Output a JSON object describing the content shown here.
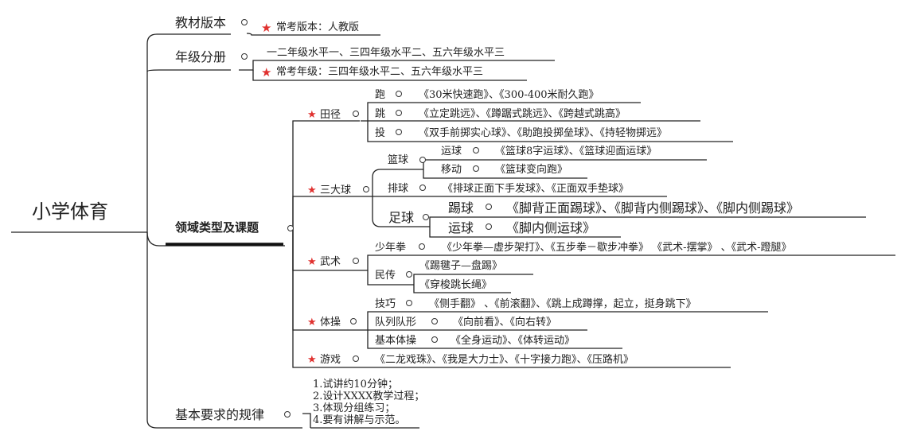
{
  "root": {
    "title": "小学体育"
  },
  "branches": {
    "textbook": {
      "label": "教材版本",
      "note": "常考版本：人教版"
    },
    "grade": {
      "label": "年级分册",
      "line1": "一二年级水平一、三四年级水平二、五六年级水平三",
      "note": "常考年级：三四年级水平二、五六年级水平三"
    },
    "domain": {
      "label": "领域类型及课题",
      "track": {
        "label": "田径",
        "run": {
          "label": "跑",
          "items": "《30米快速跑》、《300-400米耐久跑》"
        },
        "jump": {
          "label": "跳",
          "items": "《立定跳远》、《蹲踞式跳远》、《跨越式跳高》"
        },
        "throw": {
          "label": "投",
          "items": "《双手前掷实心球》、《助跑投掷垒球》、《持轻物掷远》"
        }
      },
      "balls": {
        "label": "三大球",
        "basketball": {
          "label": "篮球",
          "dribble": {
            "label": "运球",
            "items": "《篮球8字运球》、《篮球迎面运球》"
          },
          "move": {
            "label": "移动",
            "items": "《篮球变向跑》"
          }
        },
        "volleyball": {
          "label": "排球",
          "items": "《排球正面下手发球》、《正面双手垫球》"
        },
        "football": {
          "label": "足球",
          "kick": {
            "label": "踢球",
            "items": "《脚背正面踢球》、《脚背内侧踢球》、《脚内侧踢球》"
          },
          "carry": {
            "label": "运球",
            "items": "《脚内侧运球》"
          }
        }
      },
      "martial": {
        "label": "武术",
        "boxing": {
          "label": "少年拳",
          "items": "《少年拳—虚步架打》、《五步拳－歇步冲拳》 《武术-摆掌》 、《武术-蹬腿》"
        },
        "folk": {
          "label": "民传",
          "item1": "《踢毽子—盘踢》",
          "item2": "《穿梭跳长绳》"
        }
      },
      "gym": {
        "label": "体操",
        "skill": {
          "label": "技巧",
          "items": "《侧手翻》 、《前滚翻》、《跳上成蹲撑，起立，挺身跳下》"
        },
        "formation": {
          "label": "队列队形",
          "items": "《向前看》、《向右转》"
        },
        "basic": {
          "label": "基本体操",
          "items": "《全身运动》、《体转运动》"
        }
      },
      "games": {
        "label": "游戏",
        "items": "《二龙戏珠》、《我是大力士》、《十字接力跑》、《压路机》"
      }
    },
    "rules": {
      "label": "基本要求的规律",
      "items": [
        "1.试讲约10分钟；",
        "2.设计XXXX教学过程；",
        "3.体现分组练习；",
        "4.要有讲解与示范。"
      ]
    }
  },
  "colors": {
    "star": "#e0312f",
    "line": "#222222"
  },
  "icons": {
    "star": "star-icon",
    "dot": "collapse-dot-icon"
  }
}
